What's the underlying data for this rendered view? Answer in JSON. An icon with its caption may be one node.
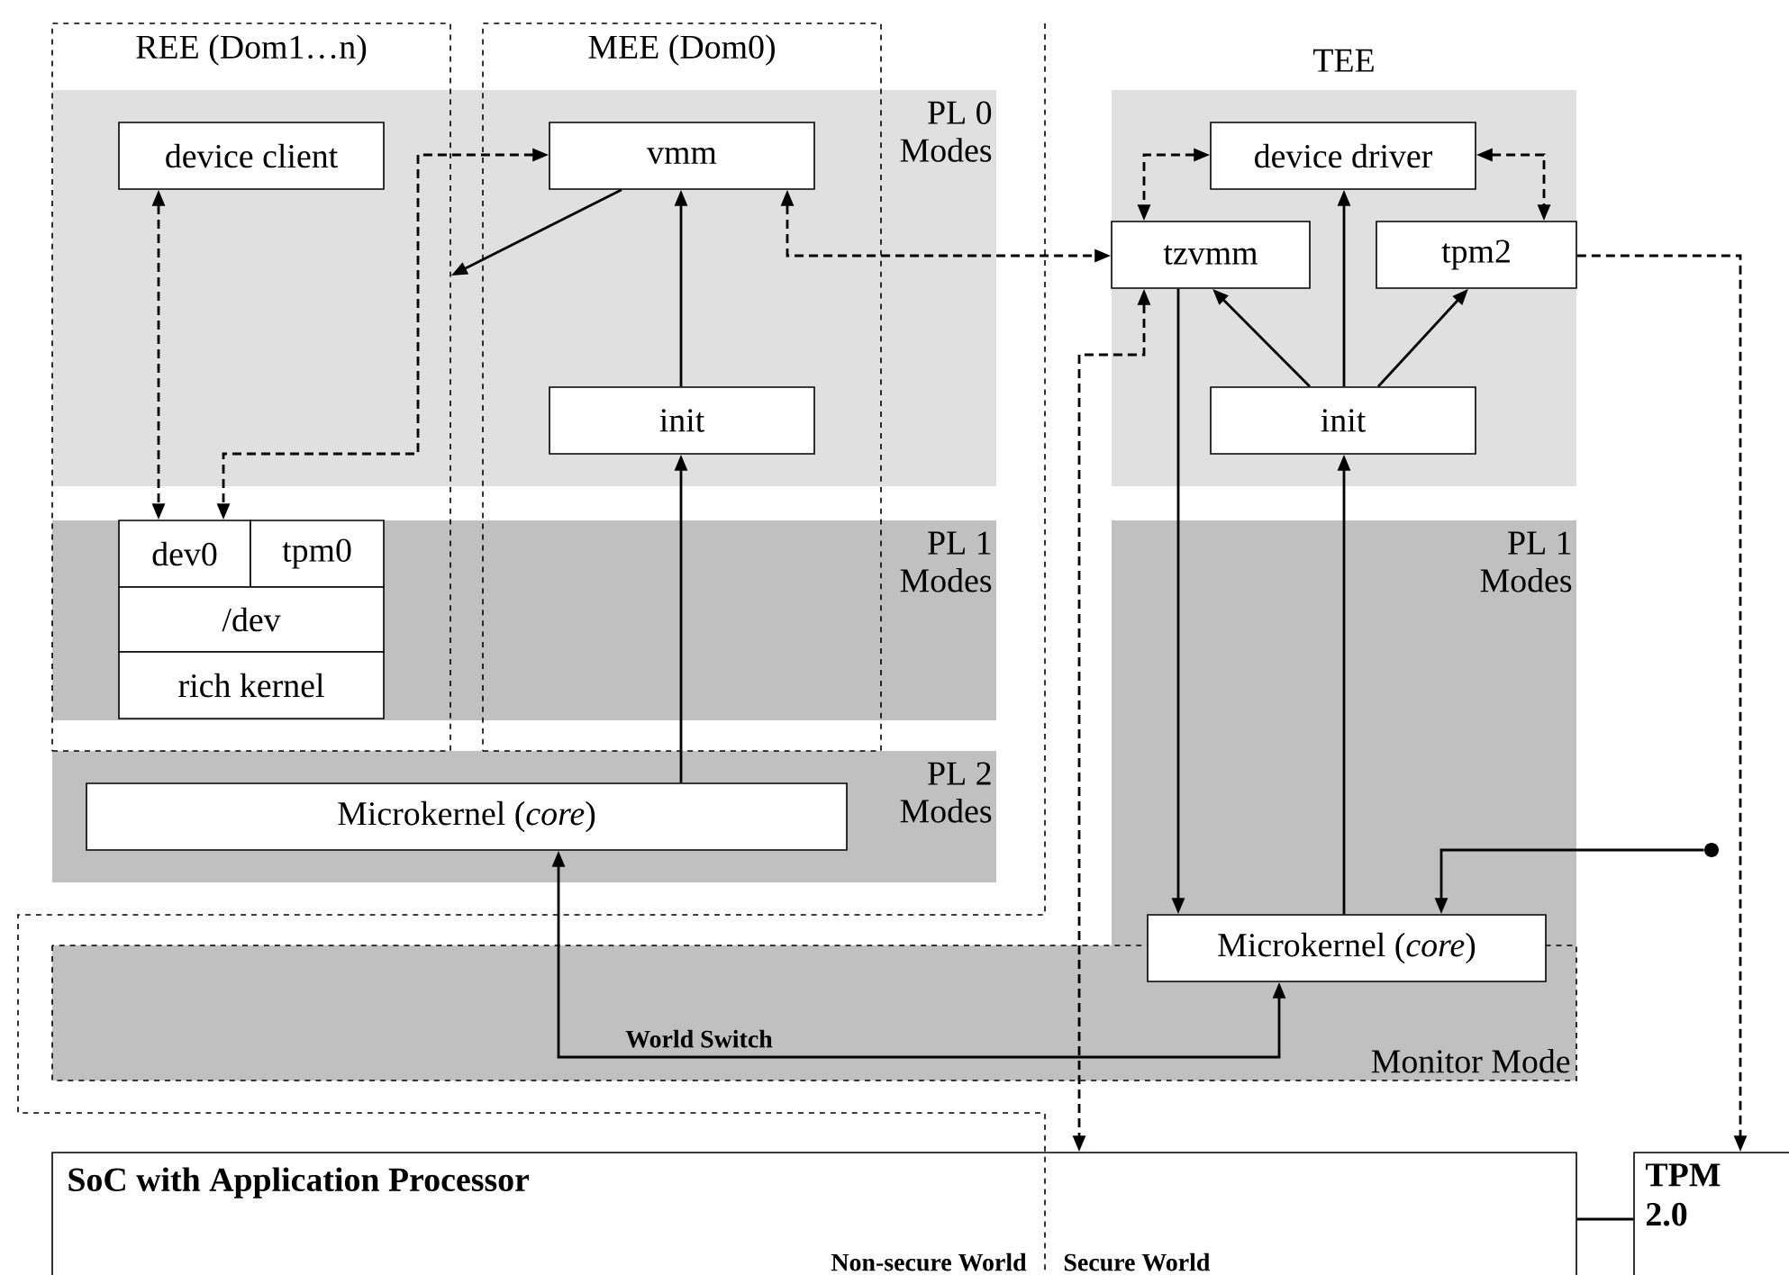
{
  "diagram": {
    "nodes": [
      {
        "text": [
          "REE (Dom1…n)"
        ]
      },
      {
        "text": [
          "MEE (Dom0)"
        ]
      },
      {
        "text": [
          "TEE"
        ]
      },
      {
        "text": [
          "device client"
        ],
        "in": 0
      },
      {
        "text": [
          "vmm"
        ],
        "in": 1
      },
      {
        "text": [
          "init"
        ],
        "in": 1
      },
      {
        "text": [
          "dev0"
        ],
        "in": 0
      },
      {
        "text": [
          "tpm0"
        ],
        "in": 0
      },
      {
        "text": [
          "/dev"
        ],
        "in": 0
      },
      {
        "text": [
          "rich kernel"
        ],
        "in": 0
      },
      {
        "text": [
          "Microkernel (*core*)"
        ]
      },
      {
        "text": [
          "device driver"
        ],
        "in": 2
      },
      {
        "text": [
          "tzvmm"
        ],
        "in": 2
      },
      {
        "text": [
          "tpm2"
        ],
        "in": 2
      },
      {
        "text": [
          "init"
        ],
        "in": 2
      },
      {
        "text": [
          "Microkernel  (*core*)"
        ]
      },
      {
        "text": [
          "SoC with Application Processor",
          "Non-secure World",
          "Secure World"
        ]
      },
      {
        "text": [
          "TPM 2.0"
        ]
      },
      {
        "text": [],
        "shape": "circle"
      }
    ],
    "edges": [
      {
        "from": 3,
        "to": 6,
        "arrow": "both",
        "style": "dashed"
      },
      {
        "from": 4,
        "to": 6,
        "arrow": "both",
        "style": "dashed"
      },
      {
        "from": 4,
        "to": 0,
        "arrow": "to"
      },
      {
        "from": 5,
        "to": 4,
        "arrow": "to"
      },
      {
        "from": 10,
        "to": 5,
        "arrow": "to"
      },
      {
        "from": 4,
        "to": 12,
        "arrow": "both",
        "style": "dashed"
      },
      {
        "from": 11,
        "to": 12,
        "arrow": "both",
        "style": "dashed"
      },
      {
        "from": 11,
        "to": 13,
        "arrow": "both",
        "style": "dashed"
      },
      {
        "from": 14,
        "to": 12,
        "arrow": "to"
      },
      {
        "from": 14,
        "to": 11,
        "arrow": "to"
      },
      {
        "from": 14,
        "to": 13,
        "arrow": "to"
      },
      {
        "from": 12,
        "to": 15,
        "arrow": "to"
      },
      {
        "from": 15,
        "to": 14,
        "arrow": "to"
      },
      {
        "from": 18,
        "to": 15,
        "arrow": "to"
      },
      {
        "from": 10,
        "to": 15,
        "arrow": "both",
        "label": "World Switch"
      },
      {
        "from": 12,
        "to": 16,
        "arrow": "both",
        "style": "dashed"
      },
      {
        "from": 13,
        "to": 17,
        "arrow": "to",
        "style": "dashed"
      },
      {
        "from": 16,
        "to": 17,
        "arrow": "none"
      }
    ],
    "labels": [
      "PL 0 Modes",
      "PL 1 Modes",
      "PL 1 Modes",
      "PL 2 Modes",
      "Monitor Mode"
    ]
  }
}
